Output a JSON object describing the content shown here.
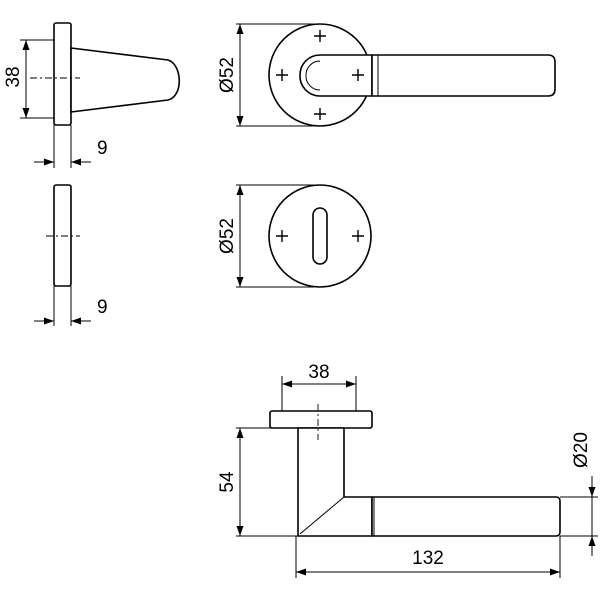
{
  "dimensions": {
    "rose_height": "38",
    "rose_thickness_top": "9",
    "rose_thickness_bottom": "9",
    "rose_diameter_top": "Ø52",
    "rose_diameter_bottom": "Ø52",
    "rose_width_bottom": "38",
    "lever_height": "54",
    "lever_length": "132",
    "grip_diameter": "Ø20"
  },
  "colors": {
    "line": "#000000",
    "background": "#ffffff"
  }
}
